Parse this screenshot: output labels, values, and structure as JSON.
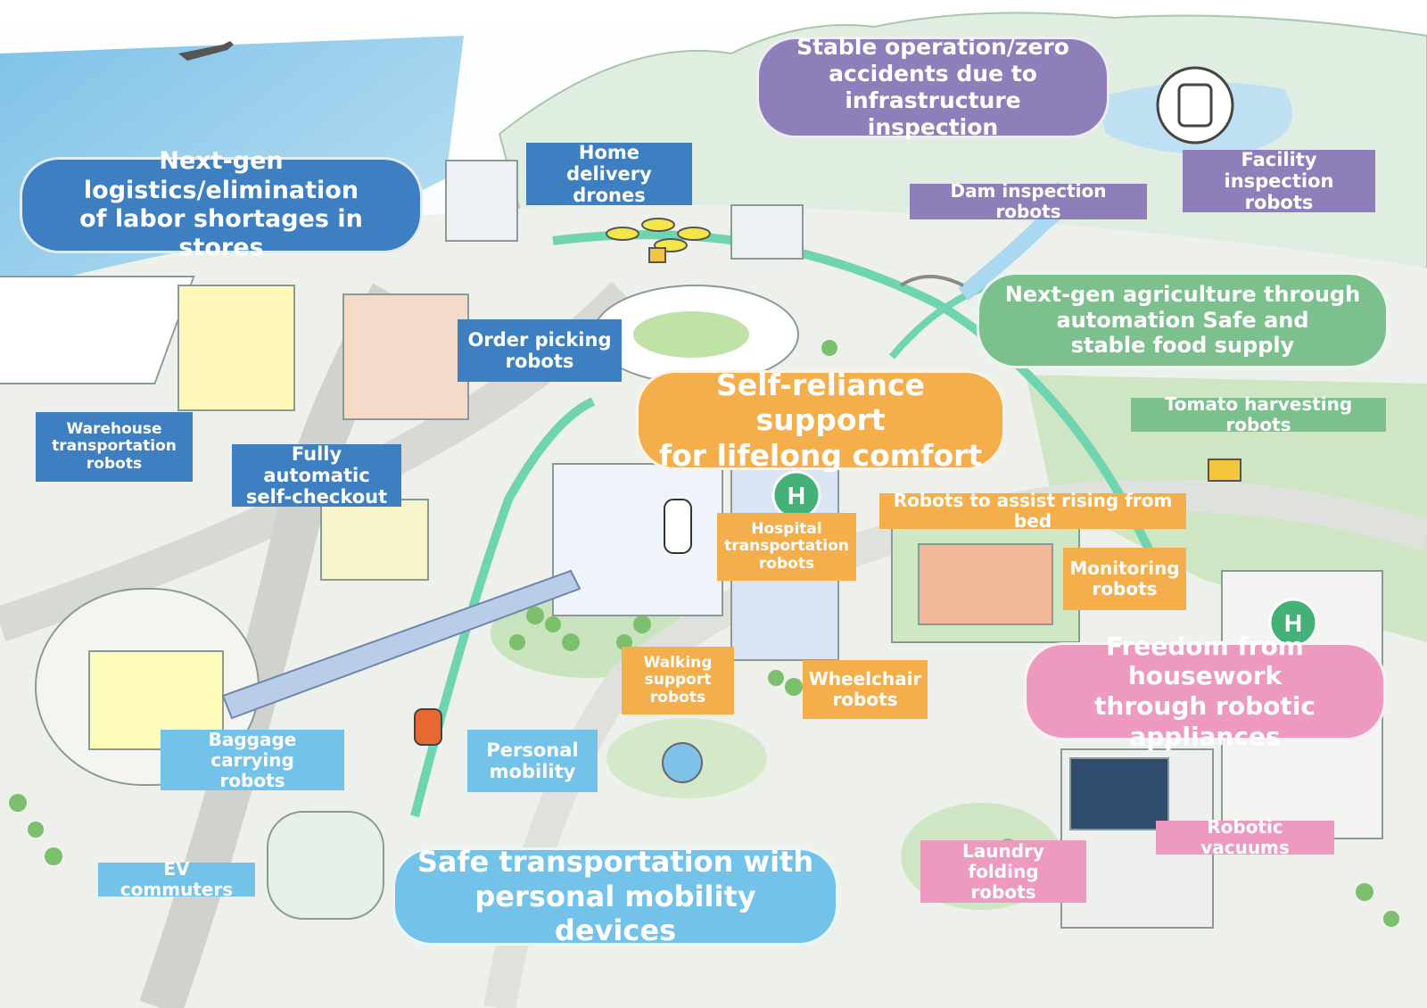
{
  "colors": {
    "logistics": "#3e7fc1",
    "infrastructure": "#8e7fbb",
    "agriculture": "#7cc08e",
    "medical": "#f4ae4b",
    "mobility": "#72c2ea",
    "housework": "#ee99c0"
  },
  "themes": {
    "logistics": "Next-gen logistics/elimination\nof labor shortages in stores",
    "infrastructure": "Stable operation/zero\naccidents due to\ninfrastructure inspection",
    "agriculture": "Next-gen agriculture through\nautomation Safe and\nstable food supply",
    "self_reliance": "Self-reliance support\nfor lifelong comfort",
    "housework": "Freedom from housework\nthrough robotic appliances",
    "transportation": "Safe transportation with\npersonal mobility devices"
  },
  "robots": {
    "home_delivery_drones": "Home delivery\ndrones",
    "order_picking": "Order picking\nrobots",
    "warehouse_transport": "Warehouse\ntransportation\nrobots",
    "self_checkout": "Fully automatic\nself-checkout",
    "dam_inspection": "Dam inspection robots",
    "facility_inspection": "Facility inspection\nrobots",
    "tomato_harvesting": "Tomato harvesting robots",
    "rising_from_bed": "Robots to assist rising from bed",
    "monitoring": "Monitoring\nrobots",
    "hospital_transport": "Hospital\ntransportation\nrobots",
    "walking_support": "Walking\nsupport\nrobots",
    "wheelchair": "Wheelchair\nrobots",
    "baggage_carrying": "Baggage carrying\nrobots",
    "personal_mobility": "Personal\nmobility",
    "ev_commuters": "EV commuters",
    "laundry_folding": "Laundry folding\nrobots",
    "robotic_vacuums": "Robotic vacuums"
  }
}
